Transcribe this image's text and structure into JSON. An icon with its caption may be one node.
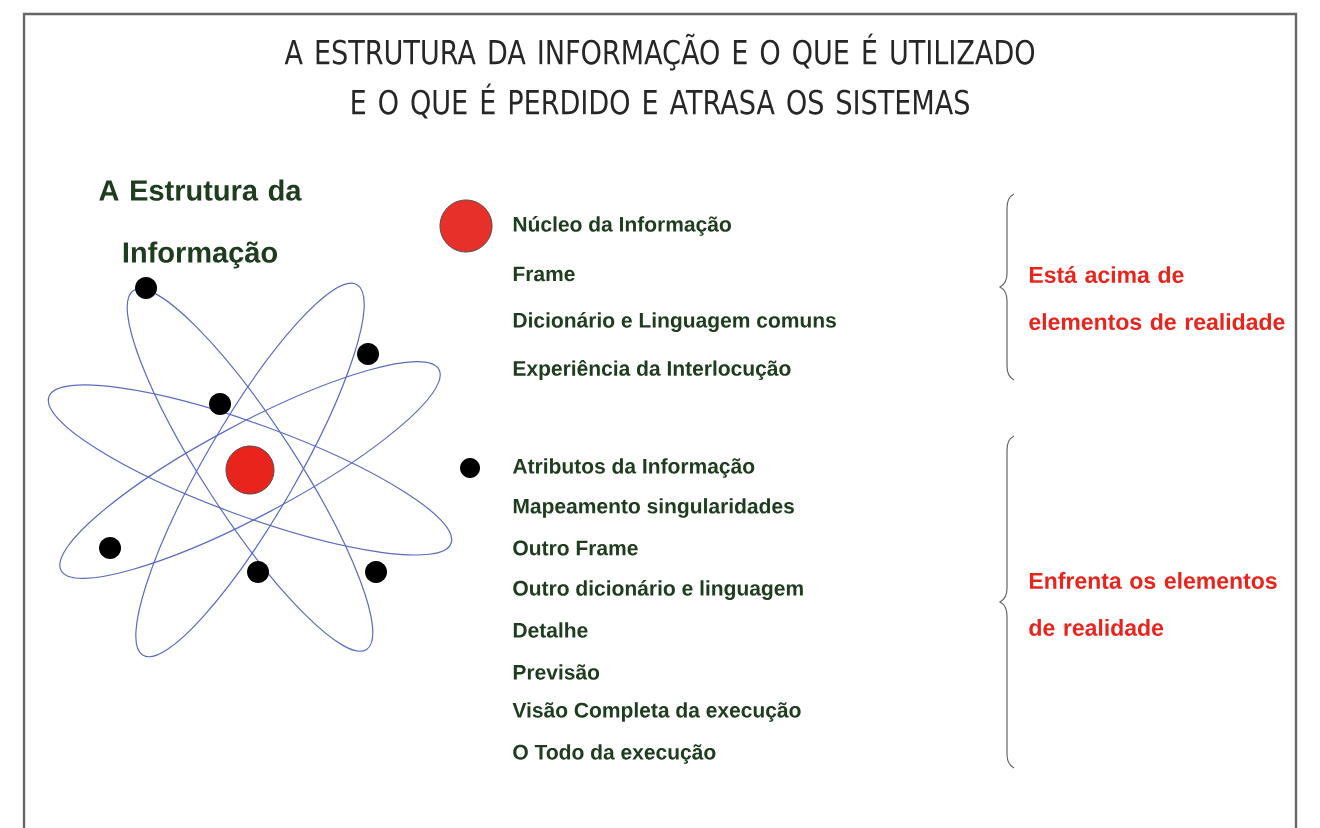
{
  "diagram": {
    "title": "A ESTRUTURA DA INFORMAÇÃO E O QUE É UTILIZADO E O QUE É PERDIDO E ATRASA OS SISTEMAS",
    "labels": [
      "A Estrutura da Informação",
      "Frame",
      "Dicionário e Linguagem comuns",
      "Experiência da Interlocução",
      "Mapeamento singularidades",
      "Outro Frame",
      "Outro dicionário e linguagem",
      "Detalhe",
      "Previsão",
      "Visão Completa da execução",
      "O Todo da execução",
      "Está acima de elementos de realidade",
      "Enfrenta os elementos de realidade"
    ],
    "legend": [
      {
        "text": "Núcleo da Informação",
        "color": "#e8302a"
      },
      {
        "text": "Atributos da Informação",
        "color": "#000000"
      }
    ]
  }
}
